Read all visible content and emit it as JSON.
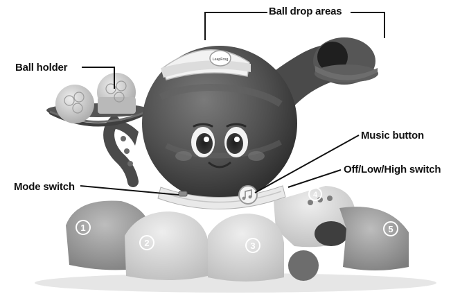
{
  "callouts": {
    "ball_drop_areas": "Ball drop areas",
    "ball_holder": "Ball holder",
    "music_button": "Music button",
    "off_low_high_switch": "Off/Low/High switch",
    "mode_switch": "Mode switch"
  },
  "toy": {
    "hat_logo": "LeapFrog",
    "cup_numbers": [
      "1",
      "2",
      "3",
      "4",
      "5"
    ]
  },
  "colors": {
    "body": "#4a4a4a",
    "cups": "#8f8f8f",
    "cups_light": "#d7d7d7",
    "leader_lines": "#111111"
  }
}
